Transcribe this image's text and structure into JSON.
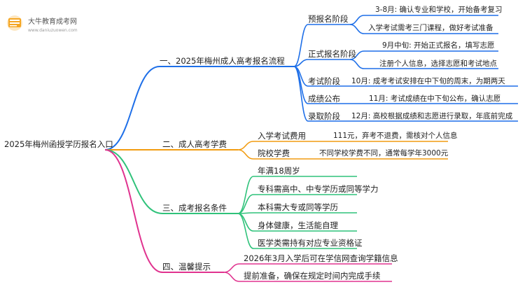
{
  "logo": {
    "title": "大牛教育成考网",
    "url": "www.daniuzuowen.com",
    "icon": "book-icon",
    "color": "#f5a623"
  },
  "root": "2025年梅州函授学历报名入口",
  "colors": {
    "blue": "#1e6fe8",
    "orange": "#f29c11",
    "green": "#2fc27a",
    "magenta": "#e0338f"
  },
  "branches": [
    {
      "label": "一、2025年梅州成人高考报名流程",
      "children": [
        {
          "label": "预报名阶段",
          "details": [
            "3-8月: 确认专业和学校，开始备考复习",
            "入学考试需考三门课程，做好考试准备"
          ]
        },
        {
          "label": "正式报名阶段",
          "details": [
            "9月中旬: 开始正式报名，填写志愿",
            "注册个人信息，选择志愿和考试地点"
          ]
        },
        {
          "label": "考试阶段",
          "details": [
            "10月: 成考考试安排在中下旬的周末，为期两天"
          ]
        },
        {
          "label": "成绩公布",
          "details": [
            "11月: 考试成绩在中下旬公布，确认志愿"
          ]
        },
        {
          "label": "录取阶段",
          "details": [
            "12月: 高校根据成绩和志愿进行录取，年底前完成"
          ]
        }
      ]
    },
    {
      "label": "二、成人高考学费",
      "children": [
        {
          "label": "入学考试费用",
          "details": [
            "111元，弃考不退费，需核对个人信息"
          ]
        },
        {
          "label": "院校学费",
          "details": [
            "不同学校学费不同，通常每学年3000元"
          ]
        }
      ]
    },
    {
      "label": "三、成考报名条件",
      "children": [
        {
          "label": "年满18周岁"
        },
        {
          "label": "专科需高中、中专学历或同等学力"
        },
        {
          "label": "本科需大专或同等学历"
        },
        {
          "label": "身体健康，生活能自理"
        },
        {
          "label": "医学类需持有对应专业资格证"
        }
      ]
    },
    {
      "label": "四、温馨提示",
      "children": [
        {
          "label": "2026年3月入学后可在学信网查询学籍信息"
        },
        {
          "label": "提前准备，确保在规定时间内完成手续"
        }
      ]
    }
  ]
}
